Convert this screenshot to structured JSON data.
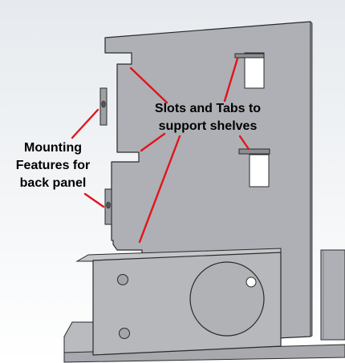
{
  "diagram": {
    "callouts": {
      "slots_tabs": [
        "Slots and Tabs to",
        "support shelves"
      ],
      "mounting": [
        "Mounting",
        "Features for",
        "back panel"
      ]
    },
    "colors": {
      "background_top": "#e6eaee",
      "background_bottom": "#ffffff",
      "sheet_metal": "#aeb0b5",
      "sheet_metal_dark": "#7c7e83",
      "edge": "#2a2a2a",
      "leader_line": "#e0151a",
      "label_text": "#000000"
    }
  }
}
